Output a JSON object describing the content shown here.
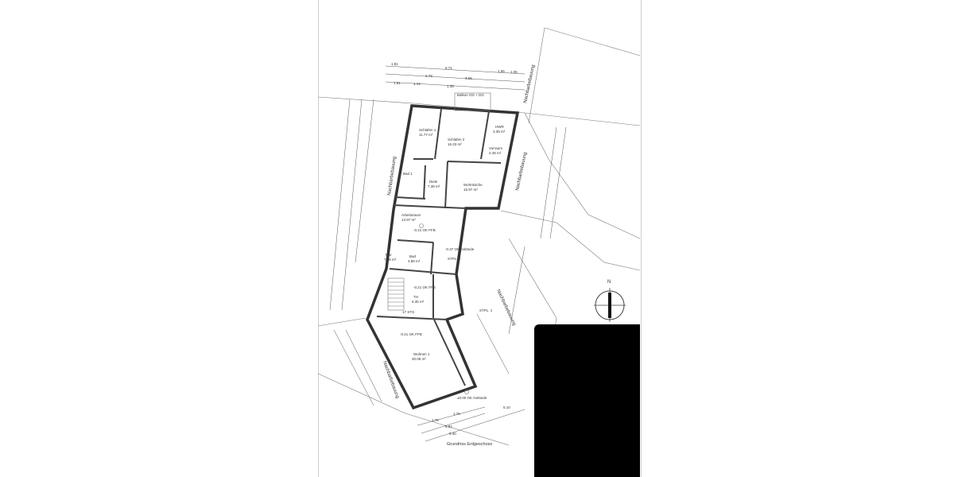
{
  "drawing": {
    "title": "Grundriss Erdgeschoss",
    "neighbor_label": "Nachbarbebauung",
    "balcony": "Balkon OG + DG",
    "rooms": [
      {
        "name": "Schlafen 1",
        "area": "11.77 m²"
      },
      {
        "name": "Schlafen 2",
        "area": "16.33 m²"
      },
      {
        "name": "HWR",
        "area": "3.38 m²"
      },
      {
        "name": "Vorraum",
        "area": "2.48 m²"
      },
      {
        "name": "Bad 1",
        "area": ""
      },
      {
        "name": "Diele",
        "area": "7.38 m²"
      },
      {
        "name": "Wohnküche",
        "area": "15.97 m²"
      },
      {
        "name": "Arbeitsraum",
        "area": "13.97 m²"
      },
      {
        "name": "Flur",
        "area": "7.36 m²"
      },
      {
        "name": "Bad",
        "area": "4.88 m²"
      },
      {
        "name": "STPL. 2",
        "area": ""
      },
      {
        "name": "STPL. 1",
        "area": ""
      },
      {
        "name": "Wohnen 1",
        "area": "30.08 m²"
      },
      {
        "name": "TH",
        "area": "6.35 m²"
      }
    ],
    "levels": {
      "ffb": "-0.21 OK FFB",
      "ground_side": "-0.37 OK Gelände",
      "ground_zero": "±0.00 OK Gelände",
      "stairs": "17 STG"
    },
    "dimensions_top": [
      "1.81",
      "6.71",
      "1.56",
      "1.05",
      "2.79",
      "3.68",
      "1.61",
      "1.72",
      "1.35"
    ],
    "dimensions_bottom": [
      "1.76",
      "1.76",
      "5.92",
      "6.40",
      "5.10"
    ],
    "north_label": "N"
  }
}
